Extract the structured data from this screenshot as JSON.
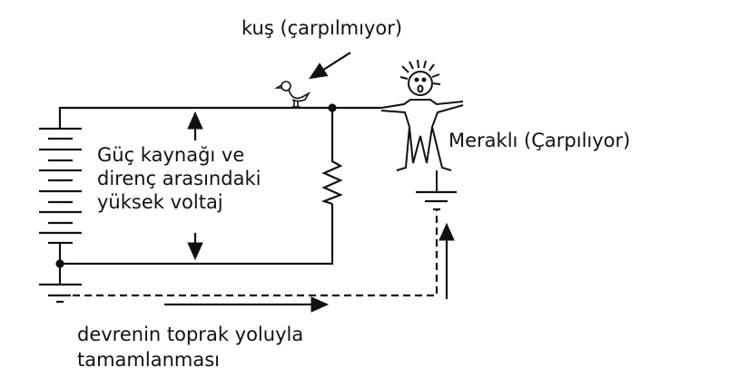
{
  "labels": {
    "bird": "kuş (çarpılmıyor)",
    "person": "Meraklı (Çarpılıyor)",
    "voltage": [
      "Güç kaynağı ve",
      "direnç arasındaki",
      "yüksek voltaj"
    ],
    "ground_path": [
      "devrenin toprak yoluyla",
      "tamamlanması"
    ]
  }
}
